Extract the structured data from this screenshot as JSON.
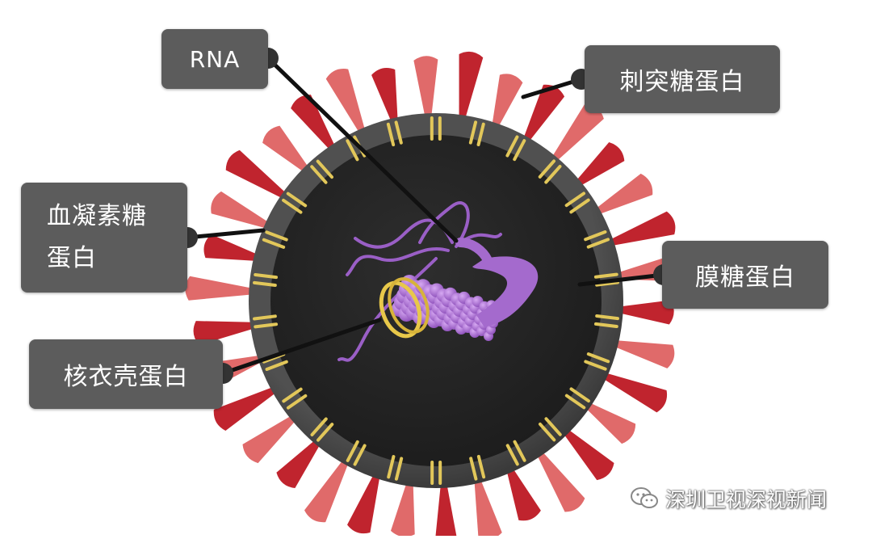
{
  "labels": {
    "rna": "RNA",
    "spike": "刺突糖蛋白",
    "ha_line1": "血凝素糖",
    "ha_line2": "蛋白",
    "membrane": "膜糖蛋白",
    "nucleocapsid": "核衣壳蛋白"
  },
  "watermark": {
    "text": "深圳卫视深视新闻",
    "icon": "wechat-icon"
  },
  "colors": {
    "label_bg": "#5c5c5c",
    "spike_red": "#c0242e",
    "spike_pink": "#e06a6a",
    "envelope": "#474747",
    "core": "#262626",
    "rna_purple": "#9a5fc6",
    "membrane_yellow": "#e2c75a"
  }
}
